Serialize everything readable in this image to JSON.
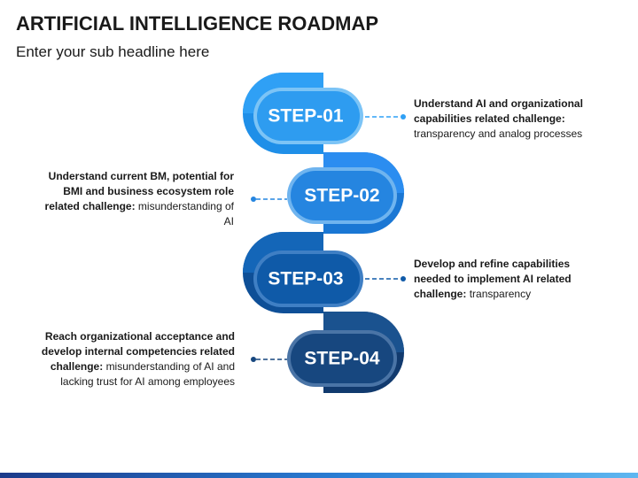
{
  "header": {
    "title": "ARTIFICIAL INTELLIGENCE ROADMAP",
    "subtitle": "Enter your sub headline here"
  },
  "colors": {
    "step1": "#1f8fe8",
    "step1_light": "#2fa0f5",
    "step2": "#1a77d4",
    "step2_light": "#2b8df0",
    "step3": "#0e4f97",
    "step3_light": "#1466b8",
    "step4": "#113a6e",
    "step4_light": "#1a528f",
    "connector": "#2a6fc0"
  },
  "steps": [
    {
      "label": "STEP-01",
      "bold": "Understand AI and organizational capabilities related challenge:",
      "text": "transparency and analog processes"
    },
    {
      "label": "STEP-02",
      "bold": "Understand current BM, potential for BMI and business ecosystem role related challenge:",
      "text": "misunderstanding of AI"
    },
    {
      "label": "STEP-03",
      "bold": "Develop and refine capabilities needed to implement AI related challenge:",
      "text": "transparency"
    },
    {
      "label": "STEP-04",
      "bold": "Reach organizational acceptance and develop internal competencies related challenge:",
      "text": "misunderstanding of AI and lacking trust for AI among employees"
    }
  ]
}
